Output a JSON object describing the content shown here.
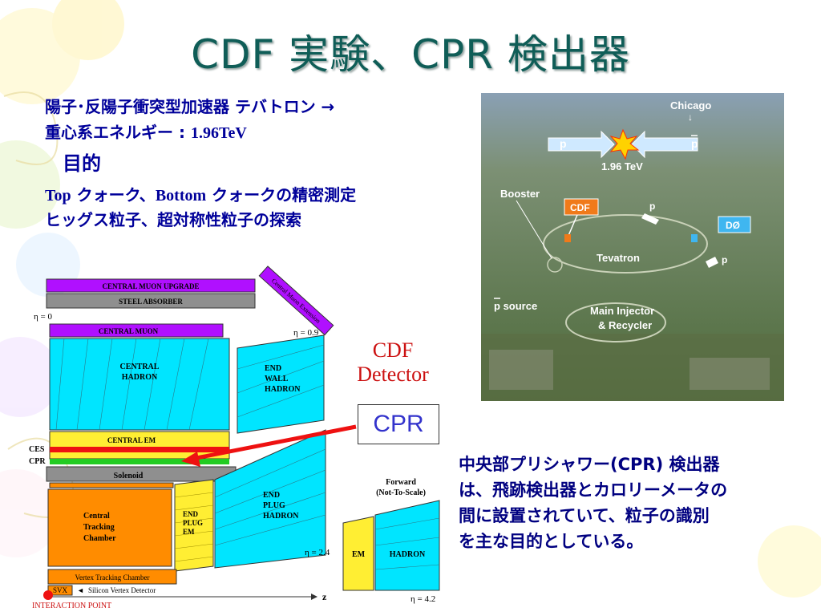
{
  "title": "CDF 実験、CPR 検出器",
  "intro": {
    "line1": "陽子･反陽子衝突型加速器 テバトロン  →",
    "line2_jp": "重心系エネルギー : ",
    "line2_val": "1.96TeV",
    "purpose_heading": "目的",
    "line4_a": "Top",
    "line4_b": " クォーク、",
    "line4_c": "Bottom",
    "line4_d": " クォークの精密測定",
    "line5": "ヒッグス粒子、超対称性粒子の探索"
  },
  "aerial_photo": {
    "chicago": "Chicago",
    "arrow_down": "↓",
    "p": "p",
    "pbar": "p",
    "energy": "1.96 TeV",
    "booster": "Booster",
    "cdf": "CDF",
    "d0": "DØ",
    "tevatron": "Tevatron",
    "psource_p": "p",
    "psource": " source",
    "main_injector": "Main Injector",
    "recycler": "& Recycler"
  },
  "cdf_detector_label": [
    "CDF",
    "Detector"
  ],
  "cpr_label": "CPR",
  "description": [
    "中央部プリシャワー(CPR) 検出器",
    "は、飛跡検出器とカロリーメータの",
    "間に設置されていて、粒子の識別",
    "を主な目的としている。"
  ],
  "detector_diagram": {
    "central_muon_upgrade": "CENTRAL MUON UPGRADE",
    "steel_absorber": "STEEL ABSORBER",
    "eta0": "η = 0",
    "central_muon": "CENTRAL MUON",
    "central_muon_extension": "Central Muon Extension",
    "eta09": "η = 0.9",
    "central_hadron": [
      "CENTRAL",
      "HADRON"
    ],
    "end_wall_hadron": [
      "END",
      "WALL",
      "HADRON"
    ],
    "central_em": "CENTRAL EM",
    "ces": "CES",
    "cpr": "CPR",
    "solenoid": "Solenoid",
    "end_plug_hadron": [
      "END",
      "PLUG",
      "HADRON"
    ],
    "end_plug_em": [
      "END",
      "PLUG",
      "EM"
    ],
    "central_tracking": [
      "Central",
      "Tracking",
      "Chamber"
    ],
    "forward": [
      "Forward",
      "(Not-To-Scale)"
    ],
    "em": "EM",
    "hadron": "HADRON",
    "eta24": "η = 2.4",
    "eta42": "η = 4.2",
    "vertex_tracking": "Vertex Tracking Chamber",
    "svx": "SVX",
    "silicon_vertex": "Silicon Vertex Detector",
    "z": "z",
    "interaction_point": "INTERACTION POINT"
  },
  "colors": {
    "title": "#0f5d57",
    "text_blue": "#00009a",
    "cyan": "#00e5ff",
    "purple": "#b010ff",
    "orange": "#ff8c00",
    "yellow": "#ffee33",
    "accent_red": "#ee1111"
  }
}
